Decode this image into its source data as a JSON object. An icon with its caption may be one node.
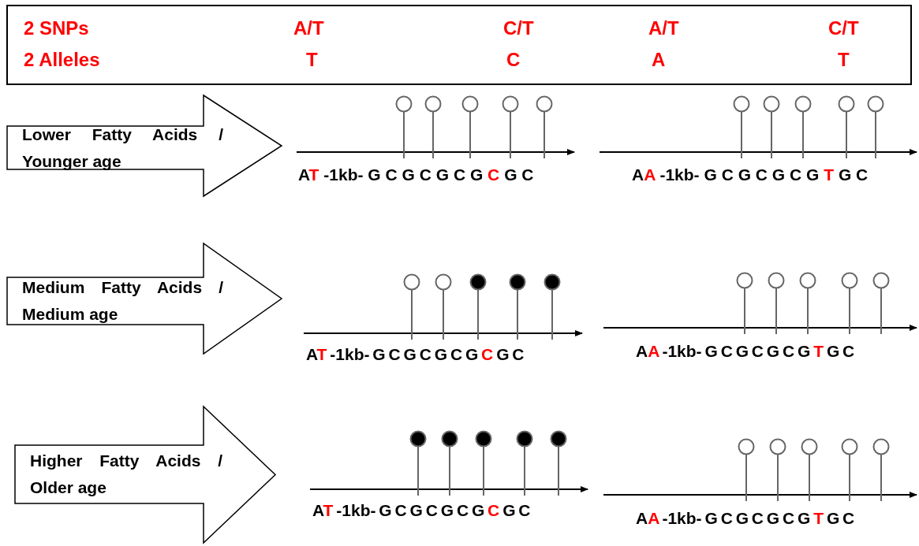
{
  "diagram": {
    "nodes": [
      {
        "text": [
          "2 SNPs",
          "A/T",
          "C/T",
          "A/T",
          "C/T",
          "2 Alleles",
          "T",
          "C",
          "A",
          "T"
        ]
      },
      {
        "text": [
          "Lower Fatty Acids / Younger age"
        ]
      },
      {
        "text": [
          "Medium Fatty Acids / Medium age"
        ]
      },
      {
        "text": [
          "Higher Fatty Acids / Older age"
        ]
      }
    ],
    "labels": [
      "AT -1kb- G C G C G C G C G C",
      "AA -1kb- G C G C G C G T G C",
      "AT -1kb- G C G C G C G C G C",
      "AA -1kb- G C G C G C G T G C",
      "AT -1kb- G C G C G C G C G C",
      "AA -1kb- G C G C G C G T G C"
    ]
  }
}
